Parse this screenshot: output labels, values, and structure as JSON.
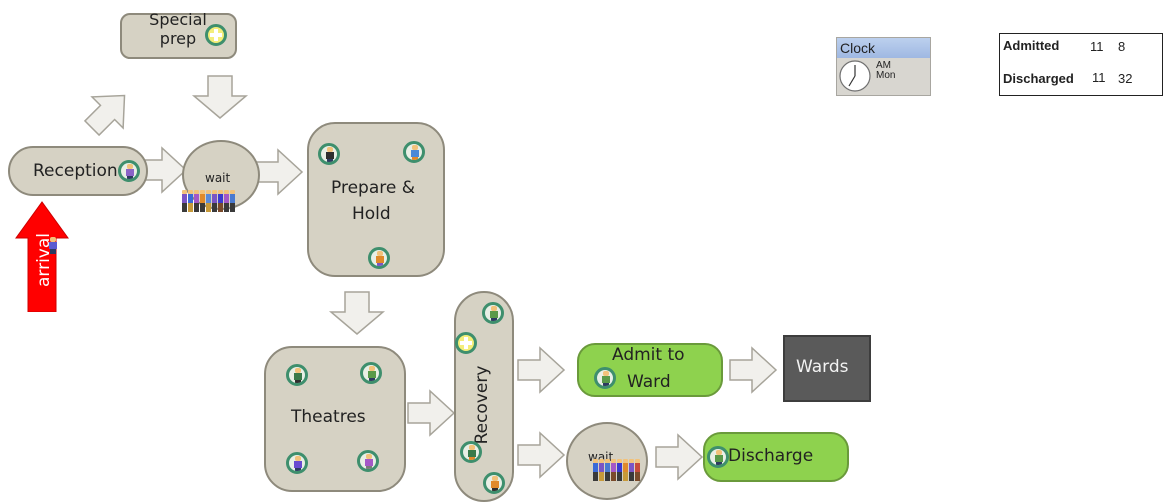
{
  "nodes": {
    "special_prep": "Special prep",
    "wait_top": "wait",
    "reception": "Reception",
    "arrival": "arrival",
    "prepare_hold_line1": "Prepare &",
    "prepare_hold_line2": "Hold",
    "theatres": "Theatres",
    "recovery": "Recovery",
    "admit_line1": "Admit to",
    "admit_line2": "Ward",
    "wards": "Wards",
    "wait_bottom": "wait",
    "discharge": "Discharge"
  },
  "clock": {
    "title": "Clock",
    "ampm": "AM",
    "day": "Mon"
  },
  "stats": {
    "admitted_label": "Admitted",
    "admitted_a": "11",
    "admitted_b": "8",
    "discharged_label": "Discharged",
    "discharged_a": "11",
    "discharged_b": "32"
  },
  "colors": {
    "node_fill": "#d6d2c4",
    "active_fill": "#8ed24e",
    "wards_fill": "#5a5a5a",
    "arrival_fill": "#ff0000",
    "token_ring": "#3e8f6d"
  },
  "icons": [
    "flow-arrow-icon",
    "patient-icon",
    "plus-token-icon",
    "clock-face-icon"
  ]
}
